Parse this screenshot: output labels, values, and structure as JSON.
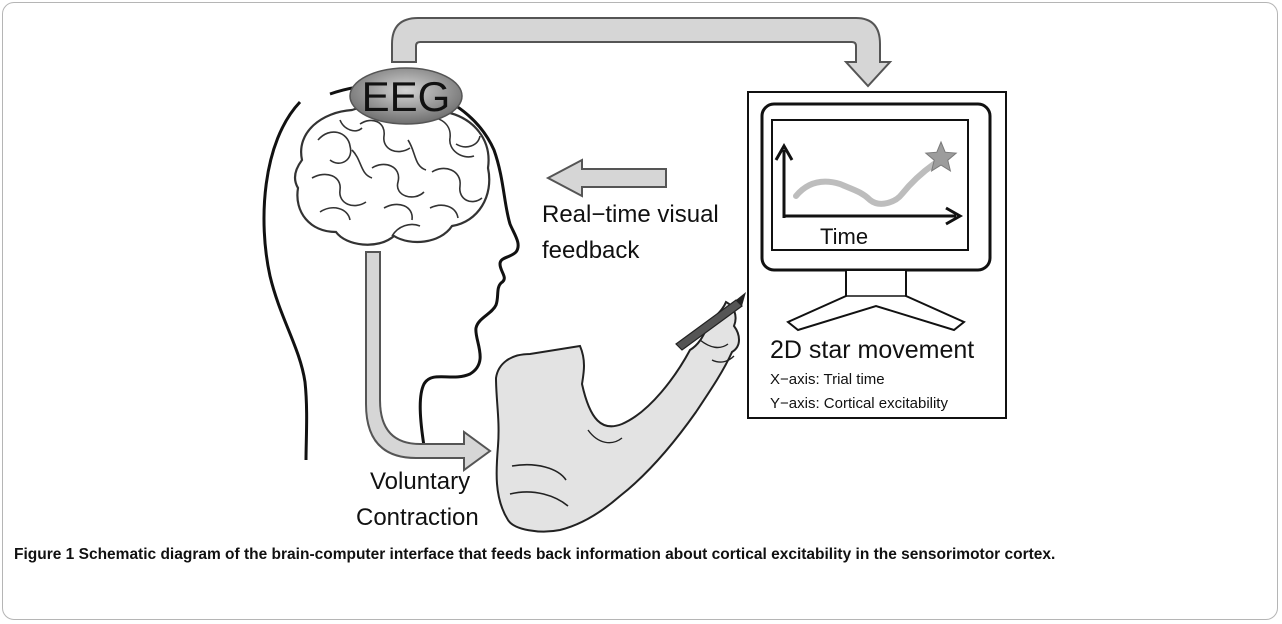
{
  "diagram": {
    "eeg_label": "EEG",
    "feedback_label_line1": "Real−time visual",
    "feedback_label_line2": "feedback",
    "monitor_axis_label": "Time",
    "monitor_title": "2D star movement",
    "x_axis_note": "X−axis: Trial time",
    "y_axis_note": "Y−axis: Cortical excitability",
    "contraction_label_line1": "Voluntary",
    "contraction_label_line2": "Contraction",
    "colors": {
      "arrow_fill": "#d6d6d6",
      "arrow_stroke": "#555555",
      "eeg_fill": "#8a8a8a",
      "star_fill": "#9c9c9c",
      "trace": "#bdbdbd",
      "arm_fill": "#e3e3e3"
    }
  },
  "caption": {
    "label": "Figure 1",
    "text": "Schematic diagram of the brain-computer interface that feeds back information about cortical excitability in the sensorimotor cortex."
  }
}
